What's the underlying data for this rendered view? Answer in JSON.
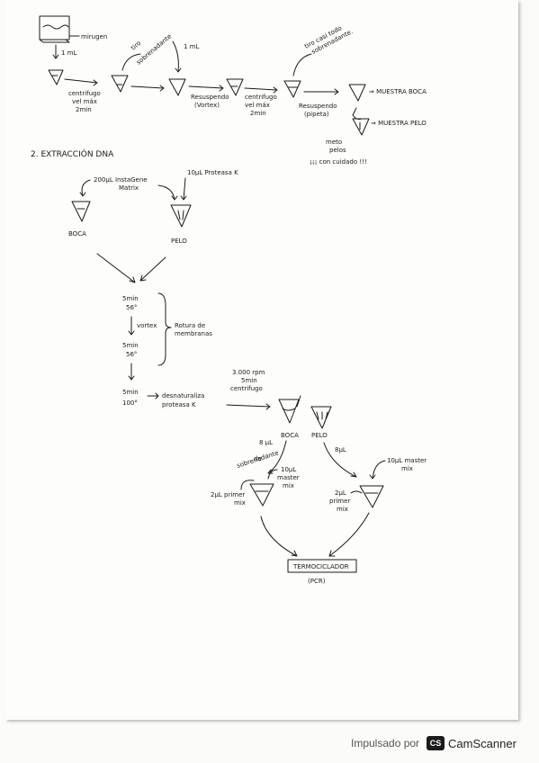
{
  "step1": {
    "label_mirugen": "mirugen",
    "label_1ml_a": "1 mL",
    "label_tiro": "tiro",
    "label_sobrenadante": "sobrenadante",
    "label_1ml_b": "1 mL",
    "centrifugo1": [
      "centrifugo",
      "vel máx",
      "2min"
    ],
    "resuspendo1": [
      "Resuspendo",
      "(Vortex)"
    ],
    "centrifugo2": [
      "centrifugo",
      "vel máx",
      "2min"
    ],
    "tiro_casi": [
      "tiro casi todo",
      "sobrenadante."
    ],
    "resuspendo2": [
      "Resuspendo",
      "(pipeta)"
    ],
    "muestra_boca": "⇒ MUESTRA BOCA",
    "muestra_pelo": "⇒ MUESTRA PELO",
    "meto_pelos": [
      "meto",
      "pelos"
    ],
    "cuidado": "¡¡¡ con cuidado !!!"
  },
  "section2": {
    "heading": "2. EXTRACCIÓN DNA",
    "instagene": [
      "200μL InstaGene",
      "Matrix"
    ],
    "proteasa": "10μL Proteasa K",
    "boca": "BOCA",
    "pelo": "PELO",
    "t1": [
      "5min",
      "56°"
    ],
    "vortex": "vortex",
    "rotura": [
      "Rotura de",
      "membranas"
    ],
    "t2": [
      "5min",
      "56°"
    ],
    "t3": [
      "5min",
      "100°"
    ],
    "desnaturaliza": [
      "desnaturaliza",
      "proteasa K"
    ],
    "centrifugo3": [
      "3.000 rpm",
      "5min",
      "centrifugo"
    ],
    "boca2": "BOCA",
    "pelo2": "PELO",
    "left_sobrenadante": [
      "8 μL",
      "de",
      "sobrenadante"
    ],
    "left_master": [
      "10μL",
      "master",
      "mix"
    ],
    "left_primer": [
      "2μL primer",
      "mix"
    ],
    "right_8nl": "8μL",
    "right_master": [
      "10μL master",
      "mix"
    ],
    "right_primer": [
      "2μL",
      "primer",
      "mix"
    ],
    "termociclador": "TERMOCICLADOR",
    "pcr": "(PCR)"
  },
  "footer": {
    "powered_by": "Impulsado por",
    "brand": "CamScanner",
    "logo_letters": "CS"
  }
}
